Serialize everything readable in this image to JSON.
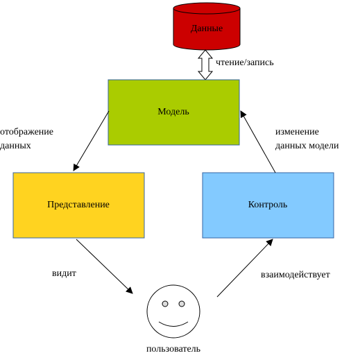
{
  "nodes": {
    "database": {
      "label": "Данные",
      "color": "#cc0000"
    },
    "model": {
      "label": "Модель",
      "color": "#aacc00"
    },
    "view": {
      "label": "Представление",
      "color": "#ffd320"
    },
    "controller": {
      "label": "Контроль",
      "color": "#83caff"
    },
    "user": {
      "label": "пользователь"
    }
  },
  "edges": {
    "read_write": {
      "label": "чтение/запись"
    },
    "display_data": {
      "line1": "отображение",
      "line2": "данных"
    },
    "change_model": {
      "line1": "изменение",
      "line2": "данных модели"
    },
    "sees": {
      "label": "видит"
    },
    "interacts": {
      "label": "взаимодействует"
    }
  }
}
